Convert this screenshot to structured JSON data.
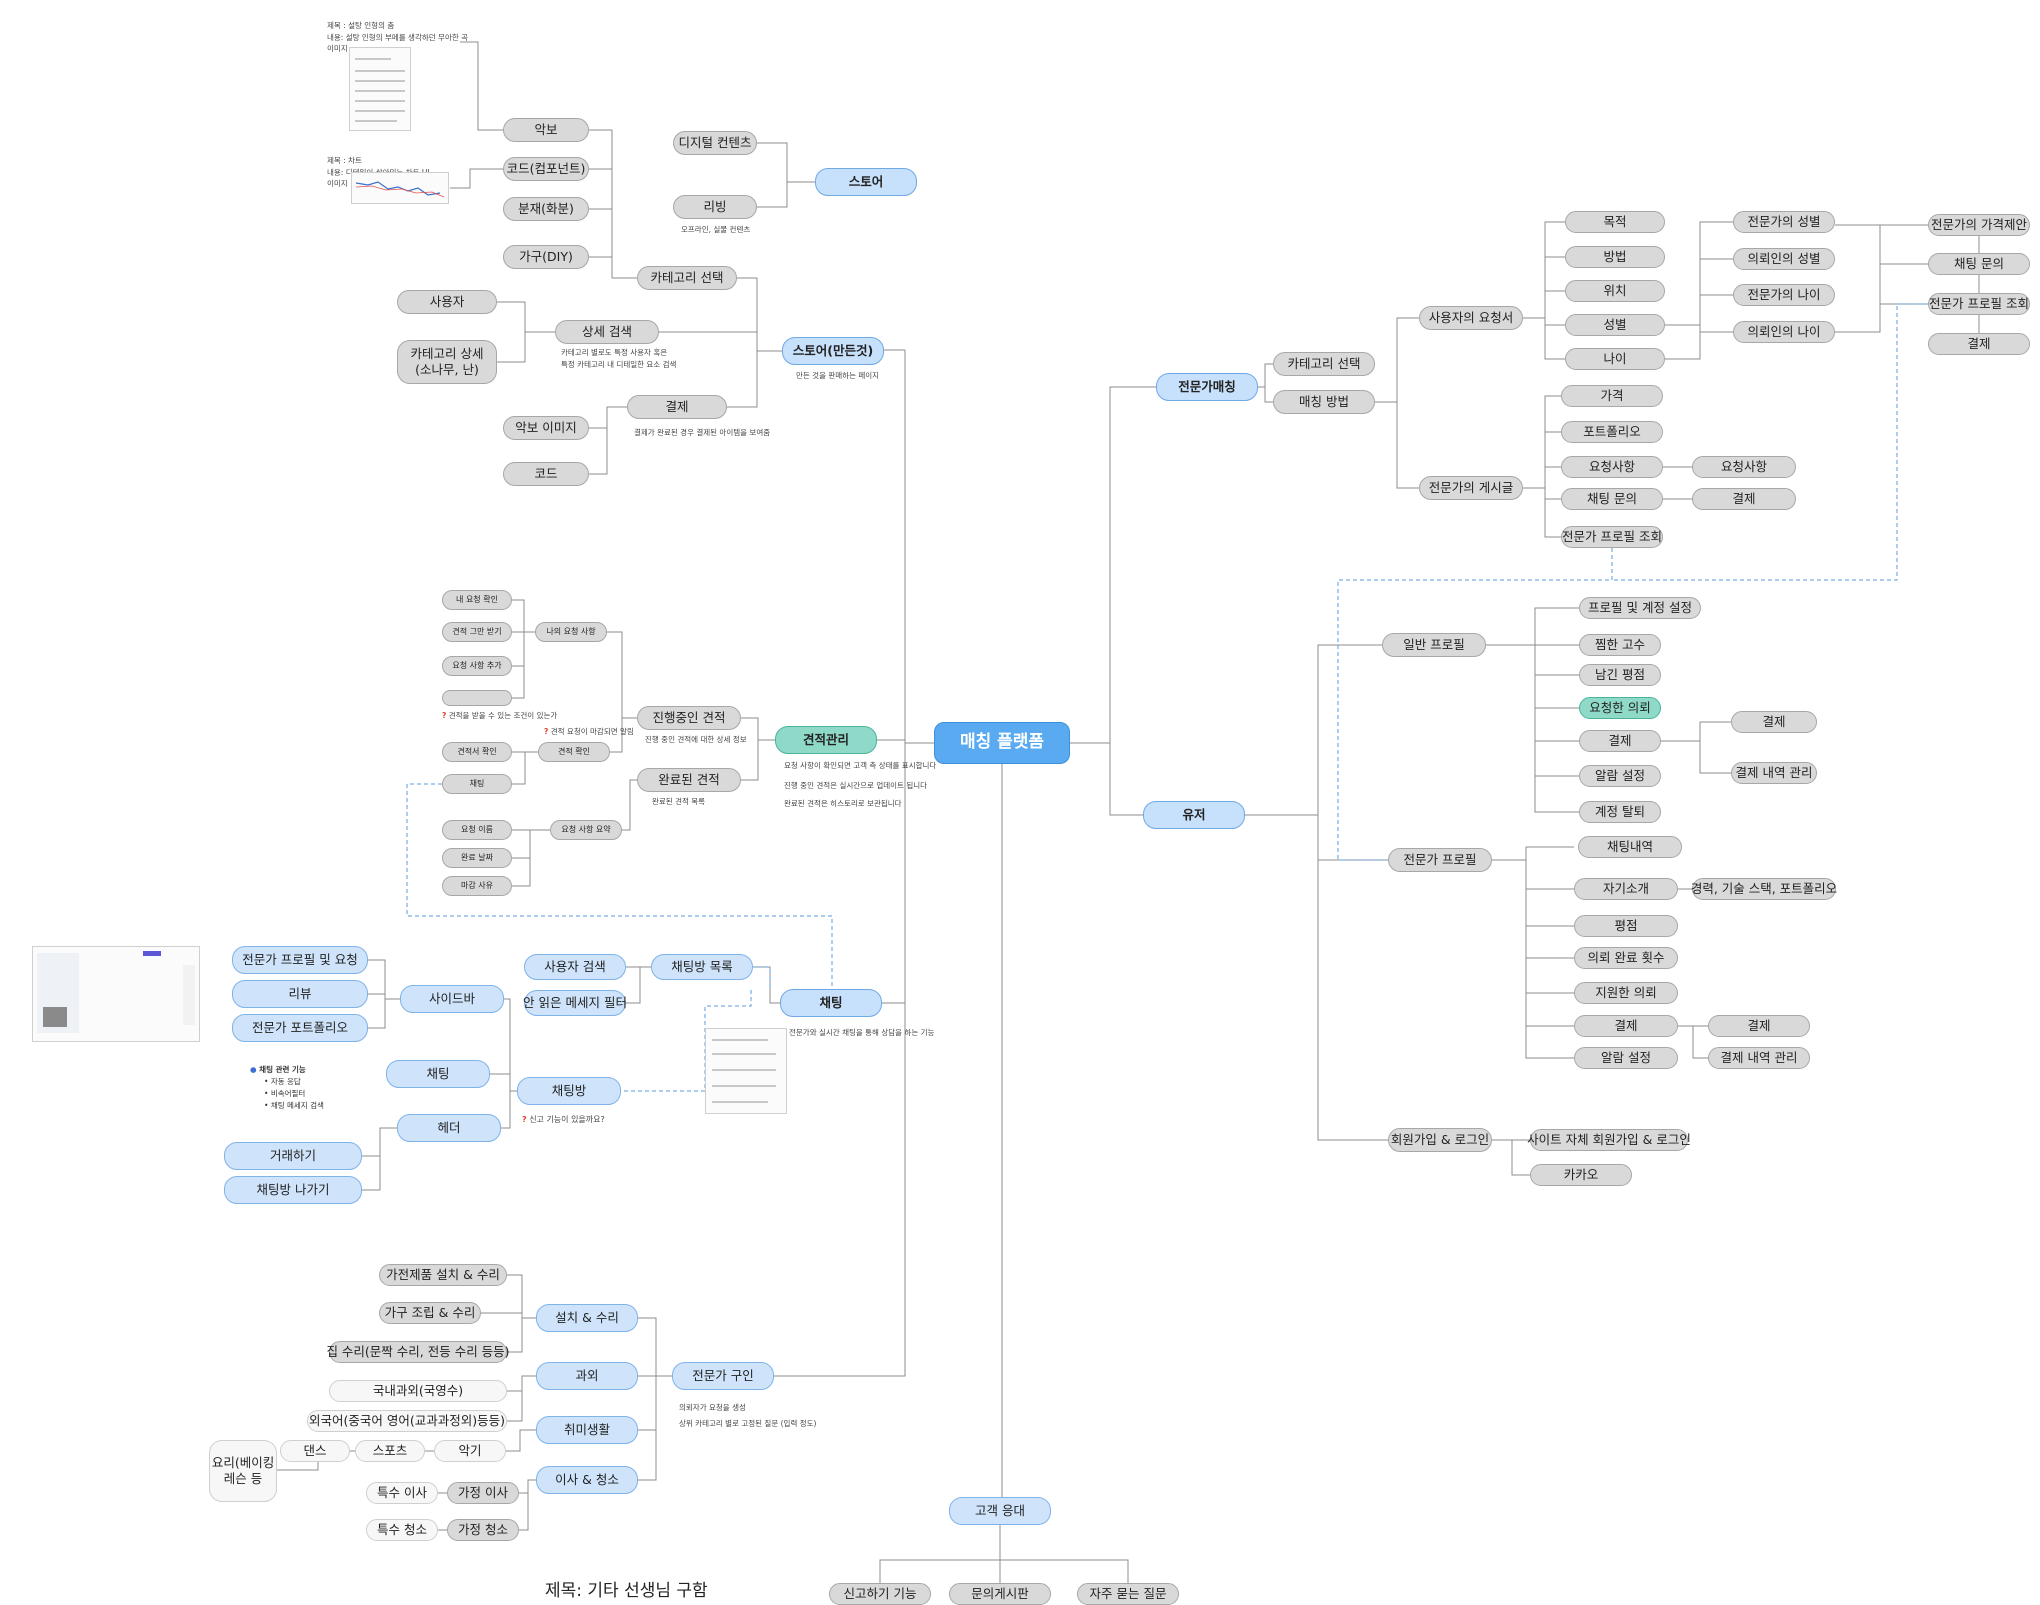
{
  "title": "제목: 기타 선생님 구함",
  "nodes": {
    "root": "매칭 플랫폼",
    "store": "스토어",
    "digital": "디지털 컨텐츠",
    "living": "리빙",
    "store_made": "스토어(만든것)",
    "category_select": "카테고리 선택",
    "sheet": "악보",
    "code_component": "코드(컴포넌트)",
    "bonsai": "분재(화분)",
    "furniture": "가구(DIY)",
    "detail_search": "상세 검색",
    "user": "사용자",
    "category_detail": "카테고리 상세\n(소나무, 난)",
    "payment": "결제",
    "sheet_image": "악보 이미지",
    "code": "코드",
    "estimate_mgmt": "견적관리",
    "ongoing_estimate": "진행중인 견적",
    "done_estimate": "완료된 견적",
    "my_requests": "나의 요청 사항",
    "my_req_check": "내 요청 확인",
    "estimate_again": "견적 그만 받기",
    "add_request": "요청 사항 추가",
    "estimate_check": "견적 확인",
    "estimate_doc_check": "견적서 확인",
    "chat_small": "채팅",
    "request_summary": "요청 사항 요약",
    "requester_name": "요청 이름",
    "completion_date": "완료 날짜",
    "deadline_reason": "마감 사유",
    "chat": "채팅",
    "chatroom_list": "채팅방 목록",
    "user_search": "사용자 검색",
    "unread_filter": "안 읽은 메세지 필터",
    "sidebar": "사이드바",
    "expert_profile_request": "전문가 프로필 및 요청",
    "review": "리뷰",
    "expert_portfolio": "전문가 포트폴리오",
    "chatroom": "채팅방",
    "chat_left": "채팅",
    "header": "헤더",
    "deal": "거래하기",
    "leave_room": "채팅방 나가기",
    "expert_hire": "전문가 구인",
    "install_repair": "설치 &  수리",
    "appliance": "가전제품 설치 & 수리",
    "furniture_assembly": "가구 조립 & 수리",
    "house_repair": "집 수리(문짝 수리, 전등 수리 등등)",
    "tutoring": "과외",
    "domestic_tutoring": "국내과외(국영수)",
    "foreign_lang": "외국어(중국어 영어(교과과정외)등등)",
    "hobby": "취미생활",
    "instrument": "악기",
    "sports": "스포츠",
    "dance": "댄스",
    "cooking": "요리(베이킹\n레슨 등",
    "moving_cleaning": "이사 & 청소",
    "home_moving": "가정 이사",
    "special_moving": "특수 이사",
    "home_cleaning": "가정 청소",
    "special_cleaning": "특수 청소",
    "customer": "고객 응대",
    "report": "신고하기 기능",
    "inquiry_board": "문의게시판",
    "faq": "자주 묻는 질문",
    "expert_matching": "전문가매칭",
    "mcat_select": "카테고리 선택",
    "matching_method": "매칭 방법",
    "user_request_form": "사용자의 요청서",
    "purpose": "목적",
    "method": "방법",
    "location": "위치",
    "gender": "성별",
    "age": "나이",
    "expert_gender": "전문가의 성별",
    "client_gender": "의뢰인의 성별",
    "expert_age": "전문가의 나이",
    "client_age": "의뢰인의 나이",
    "expert_price_offer": "전문가의 가격제안",
    "chat_inquiry_r": "채팅 문의",
    "expert_profile_view_r": "전문가 프로필 조회",
    "payment_r": "결제",
    "expert_posts": "전문가의 게시글",
    "price": "가격",
    "portfolio": "포트폴리오",
    "request_items": "요청사항",
    "request_items2": "요청사항",
    "chat_inquiry": "채팅 문의",
    "payment_m": "결제",
    "expert_profile_view": "전문가 프로필 조회",
    "user_node": "유저",
    "general_profile": "일반 프로필",
    "profile_account": "프로필 및 계정 설정",
    "fav_master": "찜한 고수",
    "left_rating": "남긴 평점",
    "requested": "요청한 의뢰",
    "payment_g": "결제",
    "payment_g2": "결제",
    "payment_history_g": "결제 내역 관리",
    "notify_g": "알람 설정",
    "delete_account": "계정 탈퇴",
    "expert_profile": "전문가 프로필",
    "chat_history": "채팅내역",
    "self_intro": "자기소개",
    "career": "경력, 기술 스택, 포트폴리오",
    "rating": "평점",
    "completed_count": "의뢰 완료 횟수",
    "applied": "지원한 의뢰",
    "payment_e": "결제",
    "payment_e2": "결제",
    "payment_history_e": "결제 내역 관리",
    "notify_e": "알람 설정",
    "signup_login": "회원가입 & 로그인",
    "site_signup": "사이트 자체 회원가입 & 로그인",
    "kakao": "카카오"
  },
  "notes": {
    "sheet_caption": "제목 : 설탕 인형의 춤\n내용: 설탕 인형의 부메를 생각하던 무아한 곡\n이미지",
    "chart_caption": "제목 : 차트\n내용: 디테일이 살아있는 차트 UI\n이미지",
    "living_caption": "오프라인, 실물 컨텐츠",
    "store_made_caption": "만든 것을 판매하는 페이지",
    "detail_search_caption": "카테고리 별로도 특정 사용자 혹은\n특정 카테고리 내 디테일한 요소 검색",
    "payment_caption": "결제가 완료된 경우 결제된 아이템을 보여줌",
    "estimate_caption": "요청 사항이 확인되면 고객 측 상태를 표시합니다",
    "estimate_caption2": "진행 중인 견적은 실시간으로 업데이트 됩니다",
    "estimate_caption3": "완료된 견적은 히스토리로 보관됩니다",
    "estimate_q1": "견적을 받을 수 있는 조건이 있는가",
    "estimate_q2": "견적 요청이 마감되면 알림",
    "ongoing_caption": "진행 중인 견적에 대한 상세 정보",
    "done_caption": "완료된 견적 목록",
    "chat_caption": "전문가와 실시간 채팅을 통해 상담을 하는 기능",
    "chat_features_title": "채팅 관련 기능",
    "chat_features": [
      "자동 응답",
      "비속어필터",
      "채팅 메세지 검색"
    ],
    "report_q": "신고 기능이 있을까요?",
    "hire_caption": "의뢰자가 요청을 생성",
    "hire_caption2": "상위 카테고리 별로 고정된 질문 (입력 정도)"
  },
  "colors": {
    "gray_fill": "#d9d9d9",
    "blue_fill": "#cfe4fb",
    "teal_fill": "#8fd9c9",
    "root_fill": "#5aaaf2",
    "edge": "#8c8c8c",
    "dashed_edge": "#5b9be0"
  }
}
